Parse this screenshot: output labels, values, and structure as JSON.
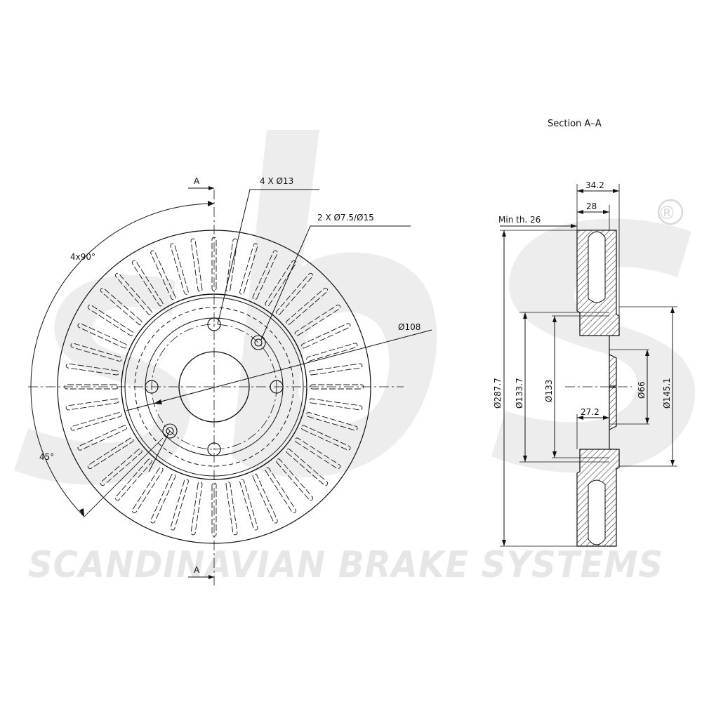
{
  "watermark": {
    "logo_text": "sbs",
    "company": "SCANDINAVIAN BRAKE SYSTEMS",
    "registered_mark": "®"
  },
  "front_view": {
    "section_marker_top": "A",
    "section_marker_bottom": "A",
    "bolt_holes_label": "4 X Ø13",
    "pin_holes_label": "2 X Ø7.5/Ø15",
    "pitch_circle_label": "Ø108",
    "angle_label": "4x90°",
    "offset_angle_label": "45°",
    "vent_count": 44
  },
  "section_view": {
    "title": "Section A–A",
    "min_thickness": "Min  th. 26",
    "overall_thickness": "34.2",
    "disc_thickness": "28",
    "hat_depth": "27.2",
    "outer_diameter": "Ø287.7",
    "hub_diameter_1": "Ø133.7",
    "hub_diameter_2": "Ø133",
    "center_bore": "Ø66",
    "hat_outer": "Ø145.1"
  }
}
